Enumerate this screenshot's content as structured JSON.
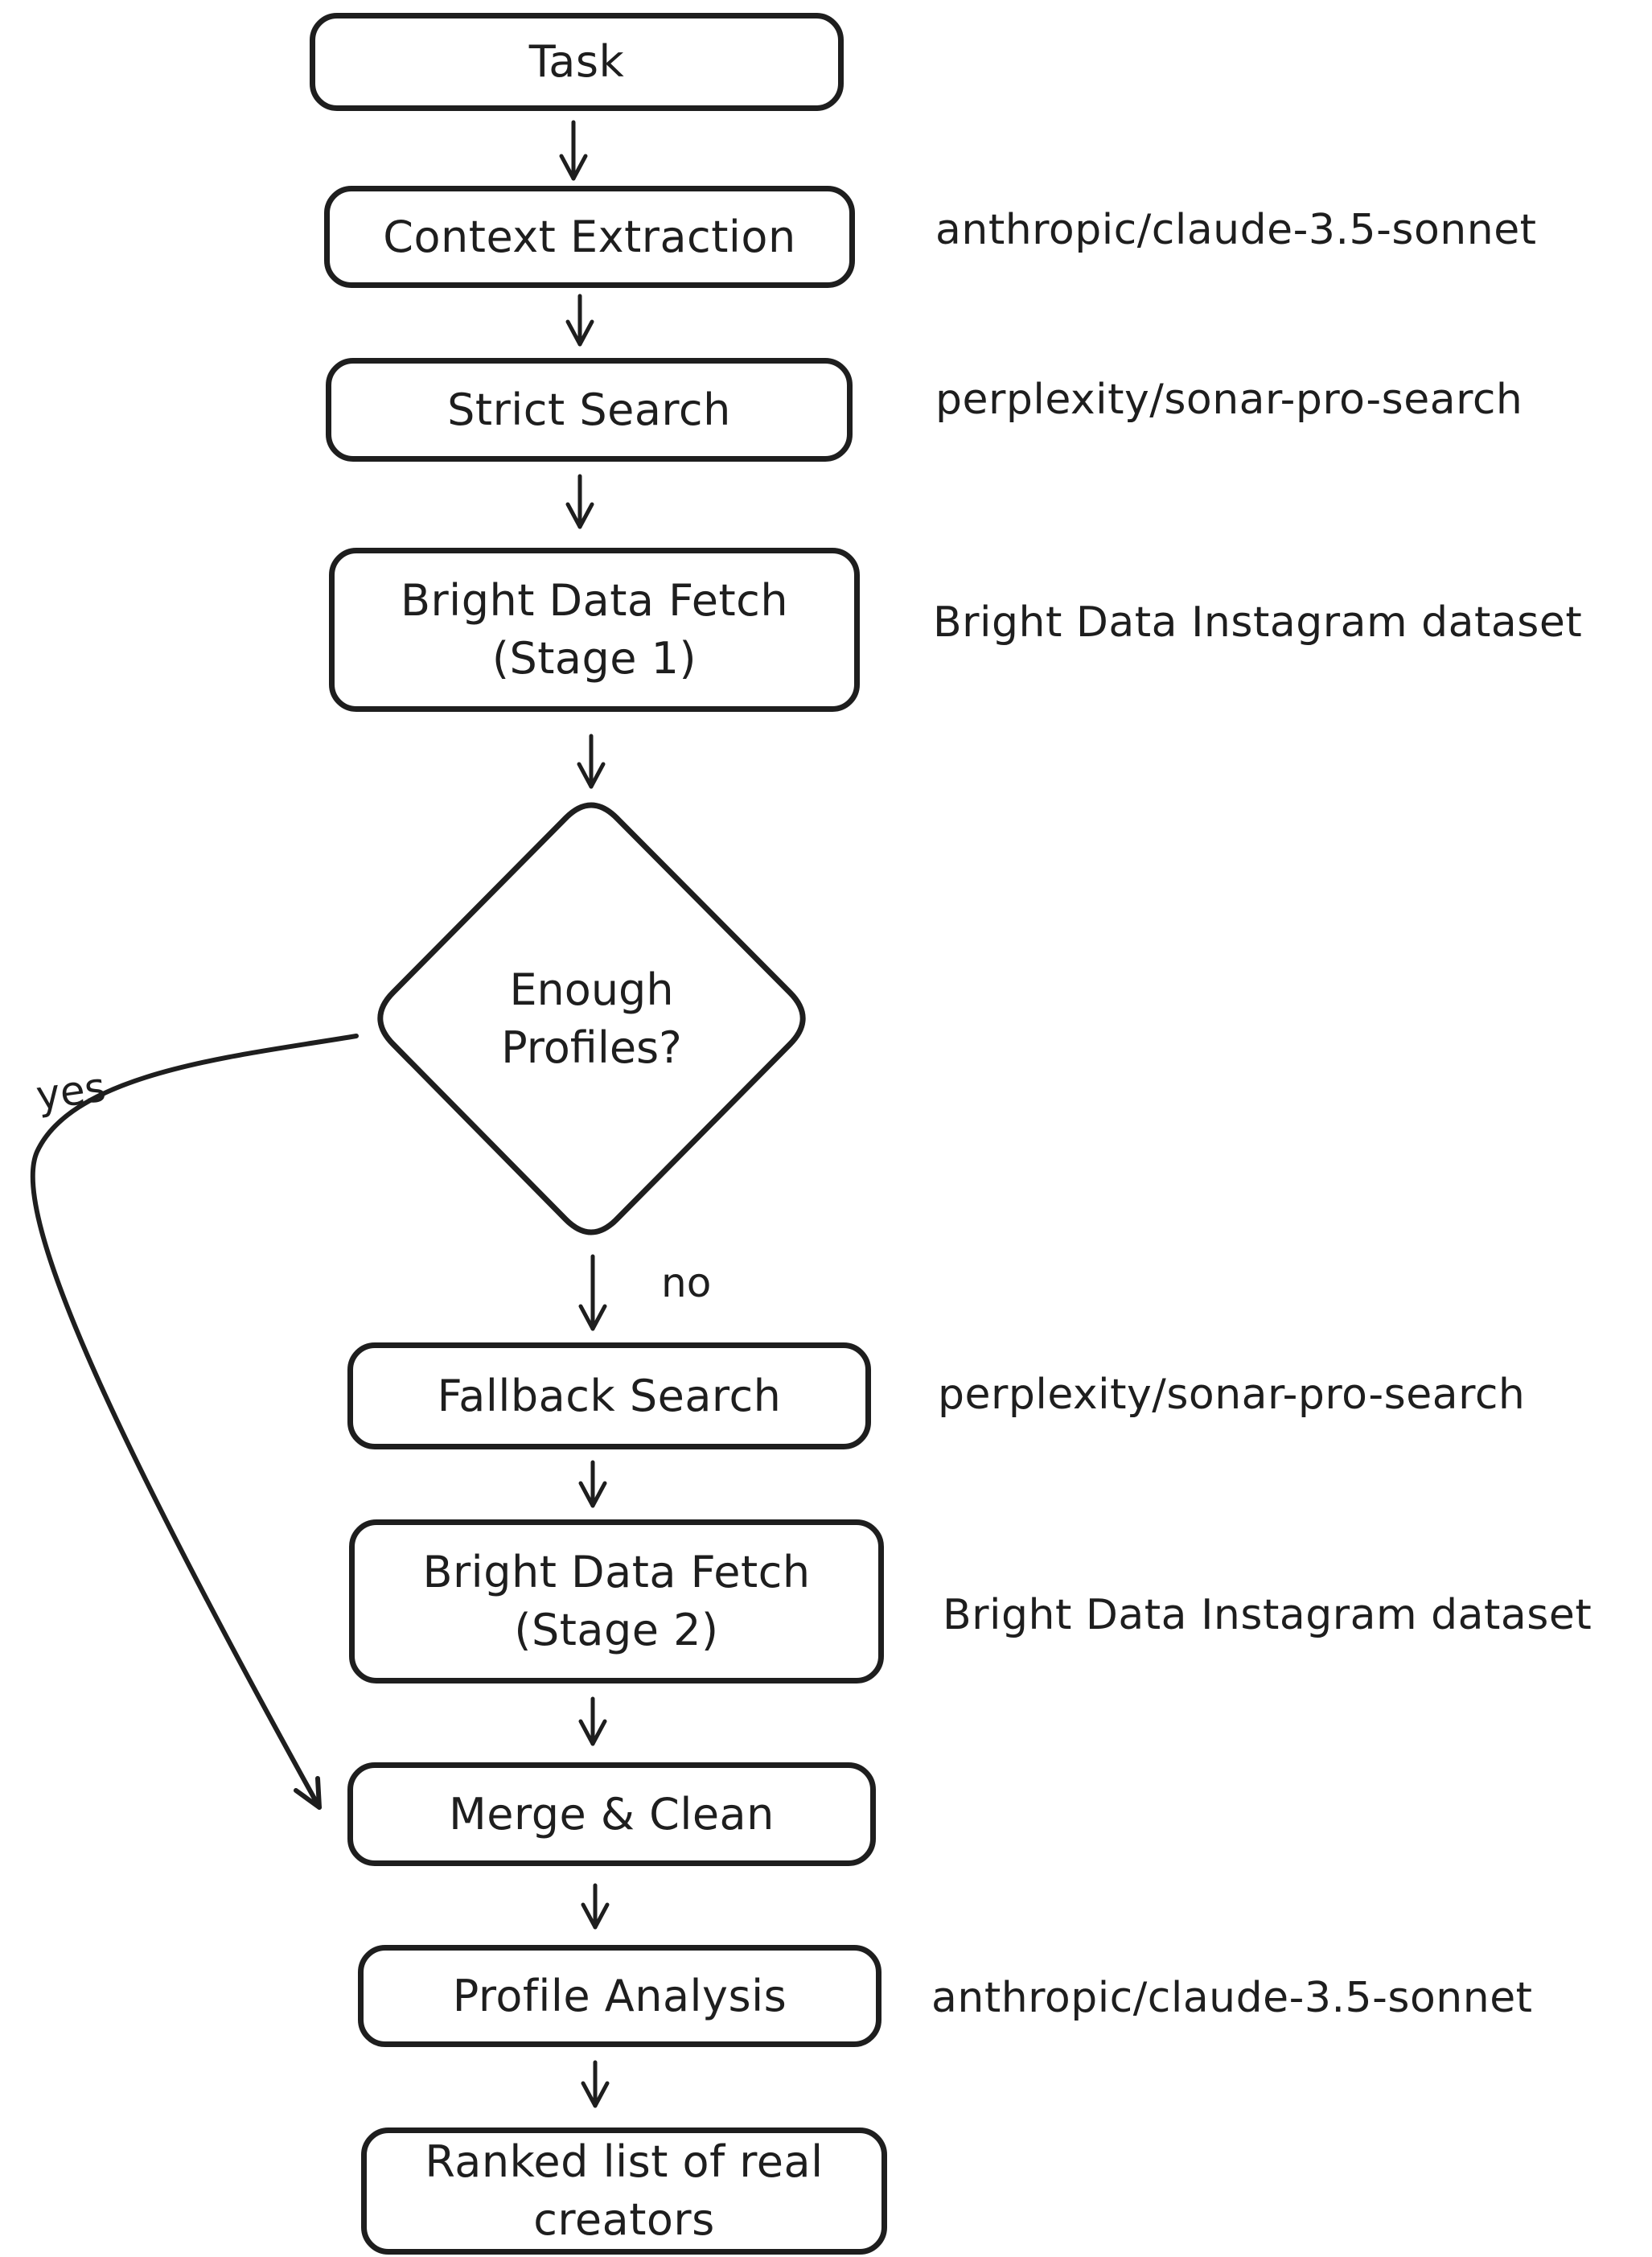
{
  "meta": {
    "background_color": "#ffffff",
    "stroke_color": "#1e1e1e",
    "style": "hand-drawn flowchart"
  },
  "nodes": [
    {
      "id": "task",
      "label": "Task"
    },
    {
      "id": "context-extraction",
      "label": "Context Extraction",
      "annotation": "anthropic/claude-3.5-sonnet"
    },
    {
      "id": "strict-search",
      "label": "Strict Search",
      "annotation": "perplexity/sonar-pro-search"
    },
    {
      "id": "bright-data-fetch-stage-1",
      "line1": "Bright Data Fetch",
      "line2": "(Stage 1)",
      "annotation": "Bright Data Instagram dataset"
    },
    {
      "id": "enough-profiles-decision",
      "line1": "Enough",
      "line2": "Profiles?"
    },
    {
      "id": "fallback-search",
      "label": "Fallback Search",
      "annotation": "perplexity/sonar-pro-search"
    },
    {
      "id": "bright-data-fetch-stage-2",
      "line1": "Bright Data Fetch",
      "line2": "(Stage 2)",
      "annotation": "Bright Data Instagram dataset"
    },
    {
      "id": "merge-clean",
      "label": "Merge & Clean"
    },
    {
      "id": "profile-analysis",
      "label": "Profile Analysis",
      "annotation": "anthropic/claude-3.5-sonnet"
    },
    {
      "id": "ranked-list",
      "line1": "Ranked list of real",
      "line2": "creators"
    }
  ],
  "edges": {
    "yes_label": "yes",
    "no_label": "no"
  }
}
